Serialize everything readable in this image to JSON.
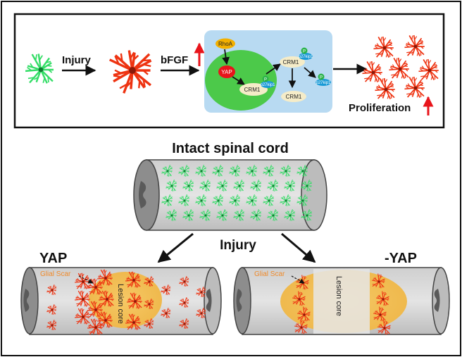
{
  "top_panel": {
    "injury_label": "Injury",
    "bfgf_label": "bFGF",
    "rhoa_label": "RhoA",
    "yap_label": "YAP",
    "crm1_inner_label": "CRM1",
    "crm1_outer_label": "CRM1",
    "crm1_lower_label": "CRM1",
    "p27_label_a": "p27kip1",
    "p27_label_b": "p27kip1",
    "p27_label_c": "p27kip1",
    "p_label": "P",
    "proliferation_label": "Proliferation"
  },
  "middle": {
    "intact_title": "Intact spinal cord",
    "injury_label": "Injury"
  },
  "left_result": {
    "group_label": "YAP",
    "glial_scar_label": "Glial Scar",
    "lesion_core_label": "Lesion core"
  },
  "right_result": {
    "group_label": "-YAP",
    "glial_scar_label": "Glial Scar",
    "lesion_core_label": "Lesion core"
  },
  "colors": {
    "resting_astrocyte": "#33dd66",
    "reactive_astrocyte": "#ee3311",
    "nucleus_box": "#b8daf2",
    "nucleus": "#4cc94a",
    "yap": "#e8141b",
    "rhoa": "#f3b000",
    "crm1": "#f5ecc8",
    "p27": "#1a9ad6",
    "lesion": "#f2c15a",
    "up_arrow": "#e8141b"
  }
}
